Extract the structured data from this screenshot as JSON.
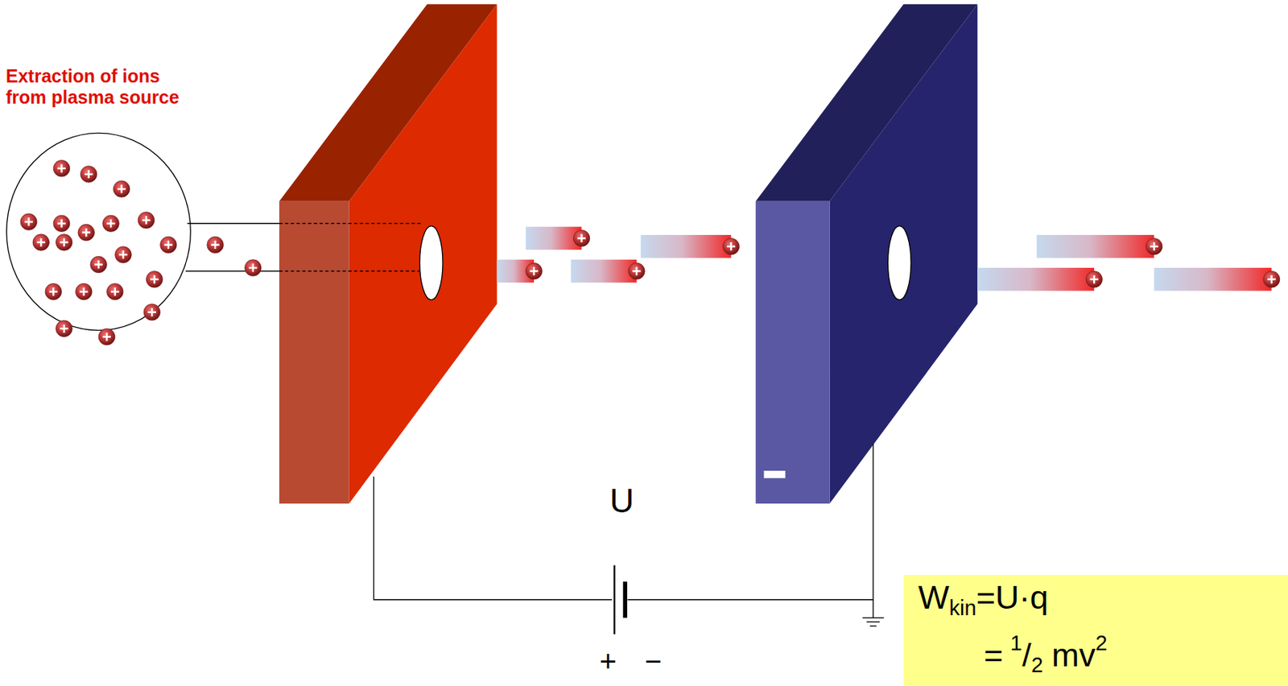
{
  "diagram": {
    "nodes": [
      {
        "text": [
          "W",
          "kin",
          "=U·q",
          "=",
          "1",
          "/",
          "2",
          "mv",
          "2"
        ]
      }
    ],
    "labels": [
      "Extraction of ions from plasma source",
      "U",
      "+",
      "−"
    ]
  }
}
